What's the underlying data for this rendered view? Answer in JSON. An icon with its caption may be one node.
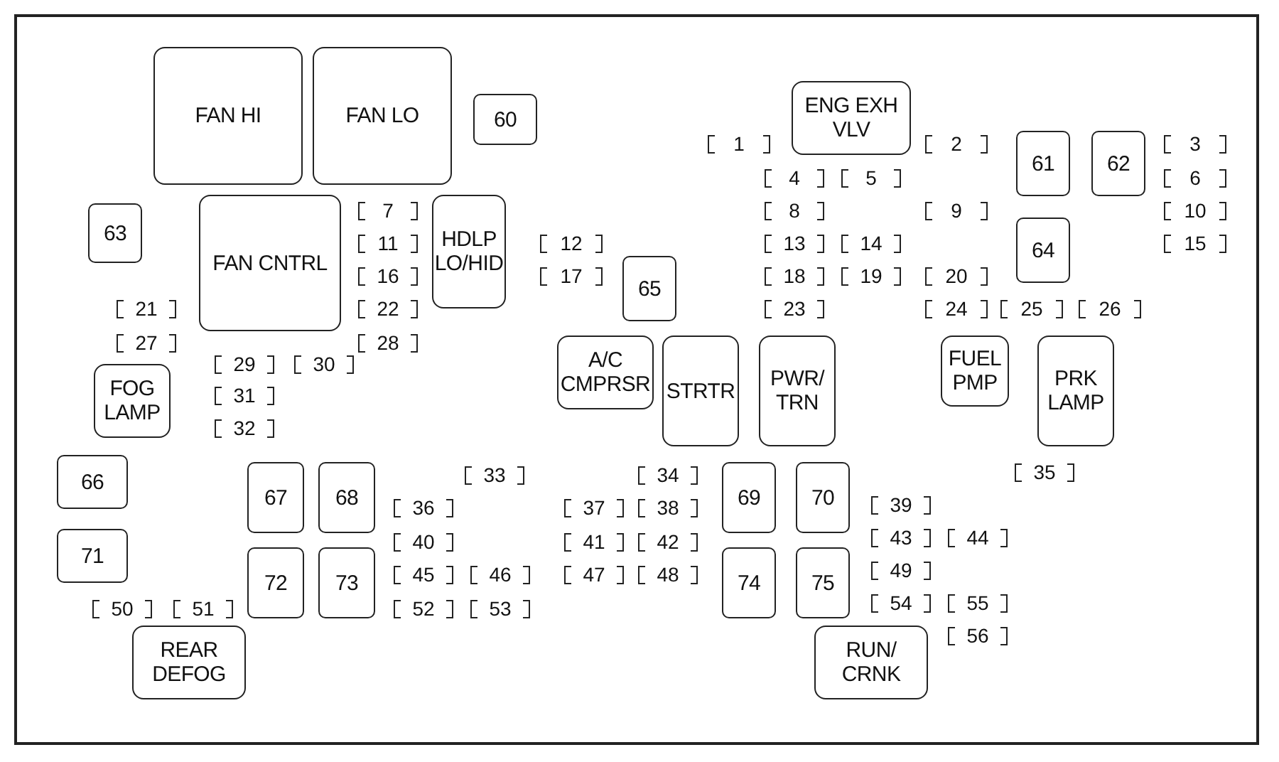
{
  "diagram": {
    "nodes": [
      {
        "text": [
          "FAN HI"
        ]
      },
      {
        "text": [
          "FAN LO"
        ]
      },
      {
        "text": [
          "60"
        ]
      },
      {
        "text": [
          "ENG EXH VLV"
        ]
      },
      {
        "text": [
          "1"
        ]
      },
      {
        "text": [
          "2"
        ]
      },
      {
        "text": [
          "61"
        ]
      },
      {
        "text": [
          "62"
        ]
      },
      {
        "text": [
          "3"
        ]
      },
      {
        "text": [
          "4"
        ]
      },
      {
        "text": [
          "5"
        ]
      },
      {
        "text": [
          "6"
        ]
      },
      {
        "text": [
          "63"
        ]
      },
      {
        "text": [
          "FAN CNTRL"
        ]
      },
      {
        "text": [
          "7"
        ]
      },
      {
        "text": [
          "HDLP LO/HID"
        ]
      },
      {
        "text": [
          "8"
        ]
      },
      {
        "text": [
          "9"
        ]
      },
      {
        "text": [
          "10"
        ]
      },
      {
        "text": [
          "11"
        ]
      },
      {
        "text": [
          "12"
        ]
      },
      {
        "text": [
          "13"
        ]
      },
      {
        "text": [
          "14"
        ]
      },
      {
        "text": [
          "64"
        ]
      },
      {
        "text": [
          "15"
        ]
      },
      {
        "text": [
          "16"
        ]
      },
      {
        "text": [
          "17"
        ]
      },
      {
        "text": [
          "65"
        ]
      },
      {
        "text": [
          "18"
        ]
      },
      {
        "text": [
          "19"
        ]
      },
      {
        "text": [
          "20"
        ]
      },
      {
        "text": [
          "21"
        ]
      },
      {
        "text": [
          "22"
        ]
      },
      {
        "text": [
          "23"
        ]
      },
      {
        "text": [
          "24"
        ]
      },
      {
        "text": [
          "25"
        ]
      },
      {
        "text": [
          "26"
        ]
      },
      {
        "text": [
          "27"
        ]
      },
      {
        "text": [
          "28"
        ]
      },
      {
        "text": [
          "A/C CMPRSR"
        ]
      },
      {
        "text": [
          "STRTR"
        ]
      },
      {
        "text": [
          "PWR/ TRN"
        ]
      },
      {
        "text": [
          "FUEL PMP"
        ]
      },
      {
        "text": [
          "PRK LAMP"
        ]
      },
      {
        "text": [
          "29"
        ]
      },
      {
        "text": [
          "30"
        ]
      },
      {
        "text": [
          "FOG LAMP"
        ]
      },
      {
        "text": [
          "31"
        ]
      },
      {
        "text": [
          "32"
        ]
      },
      {
        "text": [
          "66"
        ]
      },
      {
        "text": [
          "67"
        ]
      },
      {
        "text": [
          "68"
        ]
      },
      {
        "text": [
          "33"
        ]
      },
      {
        "text": [
          "34"
        ]
      },
      {
        "text": [
          "69"
        ]
      },
      {
        "text": [
          "70"
        ]
      },
      {
        "text": [
          "35"
        ]
      },
      {
        "text": [
          "36"
        ]
      },
      {
        "text": [
          "37"
        ]
      },
      {
        "text": [
          "38"
        ]
      },
      {
        "text": [
          "39"
        ]
      },
      {
        "text": [
          "71"
        ]
      },
      {
        "text": [
          "40"
        ]
      },
      {
        "text": [
          "41"
        ]
      },
      {
        "text": [
          "42"
        ]
      },
      {
        "text": [
          "43"
        ]
      },
      {
        "text": [
          "44"
        ]
      },
      {
        "text": [
          "72"
        ]
      },
      {
        "text": [
          "73"
        ]
      },
      {
        "text": [
          "74"
        ]
      },
      {
        "text": [
          "75"
        ]
      },
      {
        "text": [
          "45"
        ]
      },
      {
        "text": [
          "46"
        ]
      },
      {
        "text": [
          "47"
        ]
      },
      {
        "text": [
          "48"
        ]
      },
      {
        "text": [
          "49"
        ]
      },
      {
        "text": [
          "50"
        ]
      },
      {
        "text": [
          "51"
        ]
      },
      {
        "text": [
          "52"
        ]
      },
      {
        "text": [
          "53"
        ]
      },
      {
        "text": [
          "54"
        ]
      },
      {
        "text": [
          "55"
        ]
      },
      {
        "text": [
          "REAR DEFOG"
        ]
      },
      {
        "text": [
          "RUN/ CRNK"
        ]
      },
      {
        "text": [
          "56"
        ]
      }
    ]
  }
}
